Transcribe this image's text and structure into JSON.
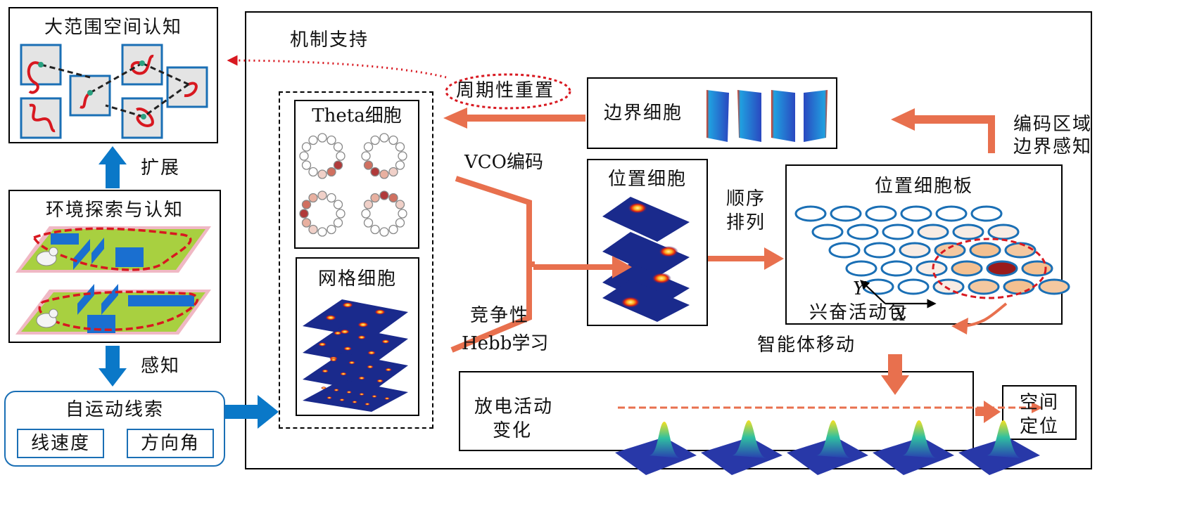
{
  "left": {
    "spatial_title": "大范围空间认知",
    "expand": "扩展",
    "env_title": "环境探索与认知",
    "perceive": "感知",
    "cue_title": "自运动线索",
    "linear_speed": "线速度",
    "direction_angle": "方向角"
  },
  "mechanism": "机制支持",
  "reset": "周期性重置",
  "theta_title": "Theta细胞",
  "grid_title": "网格细胞",
  "boundary_title": "边界细胞",
  "vco": "VCO编码",
  "hebb_1": "竞争性",
  "hebb_2": "Hebb学习",
  "place_title": "位置细胞",
  "order_1": "顺序",
  "order_2": "排列",
  "sheet_title": "位置细胞板",
  "encode_1": "编码区域",
  "encode_2": "边界感知",
  "axis_y": "Y",
  "axis_x": "X",
  "bump": "兴奋活动包",
  "agent_move": "智能体移动",
  "fire_1": "放电活动",
  "fire_2": "变化",
  "loc_1": "空间",
  "loc_2": "定位",
  "colors": {
    "arrow": "#e8704e",
    "blue": "#0a78c8",
    "red": "#d81820",
    "navy": "#1a2a8c"
  }
}
